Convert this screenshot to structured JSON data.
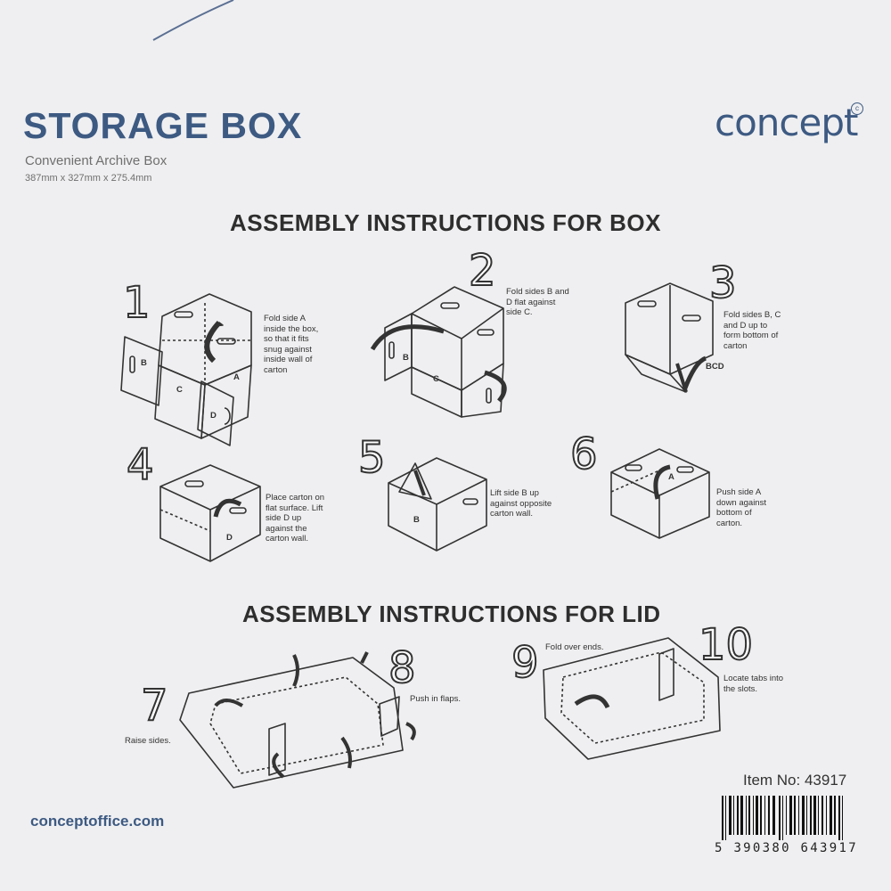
{
  "header": {
    "title": "STORAGE BOX",
    "subtitle": "Convenient Archive Box",
    "dimensions": "387mm x 327mm x 275.4mm",
    "logo": "concept",
    "logo_mark": "c"
  },
  "box_section": {
    "heading": "ASSEMBLY INSTRUCTIONS FOR BOX",
    "steps": [
      {
        "number": "1",
        "caption": "Fold side A\ninside the box,\nso that it fits\nsnug against\ninside wall of\ncarton"
      },
      {
        "number": "2",
        "caption": "Fold sides B and\nD flat against\nside C."
      },
      {
        "number": "3",
        "caption": "Fold sides B, C\nand D up to\nform bottom of\ncarton"
      },
      {
        "number": "4",
        "caption": "Place carton on\nflat surface. Lift\nside D up\nagainst the\ncarton wall."
      },
      {
        "number": "5",
        "caption": "Lift side B up\nagainst opposite\ncarton wall."
      },
      {
        "number": "6",
        "caption": "Push side A\ndown against\nbottom of\ncarton."
      }
    ],
    "panel_labels": {
      "a": "A",
      "b": "B",
      "c": "C",
      "d": "D",
      "bcd": "BCD"
    }
  },
  "lid_section": {
    "heading": "ASSEMBLY INSTRUCTIONS FOR LID",
    "steps": [
      {
        "number": "7",
        "caption": "Raise sides."
      },
      {
        "number": "8",
        "caption": "Push in flaps."
      },
      {
        "number": "9",
        "caption": "Fold over ends."
      },
      {
        "number": "10",
        "caption": "Locate tabs into\nthe slots."
      }
    ]
  },
  "footer": {
    "item_no": "Item No: 43917",
    "barcode_number": "5 390380 643917",
    "website": "conceptoffice.com"
  },
  "colors": {
    "brand_blue": "#3d5a82",
    "line": "#333333",
    "background": "#efeff1"
  }
}
